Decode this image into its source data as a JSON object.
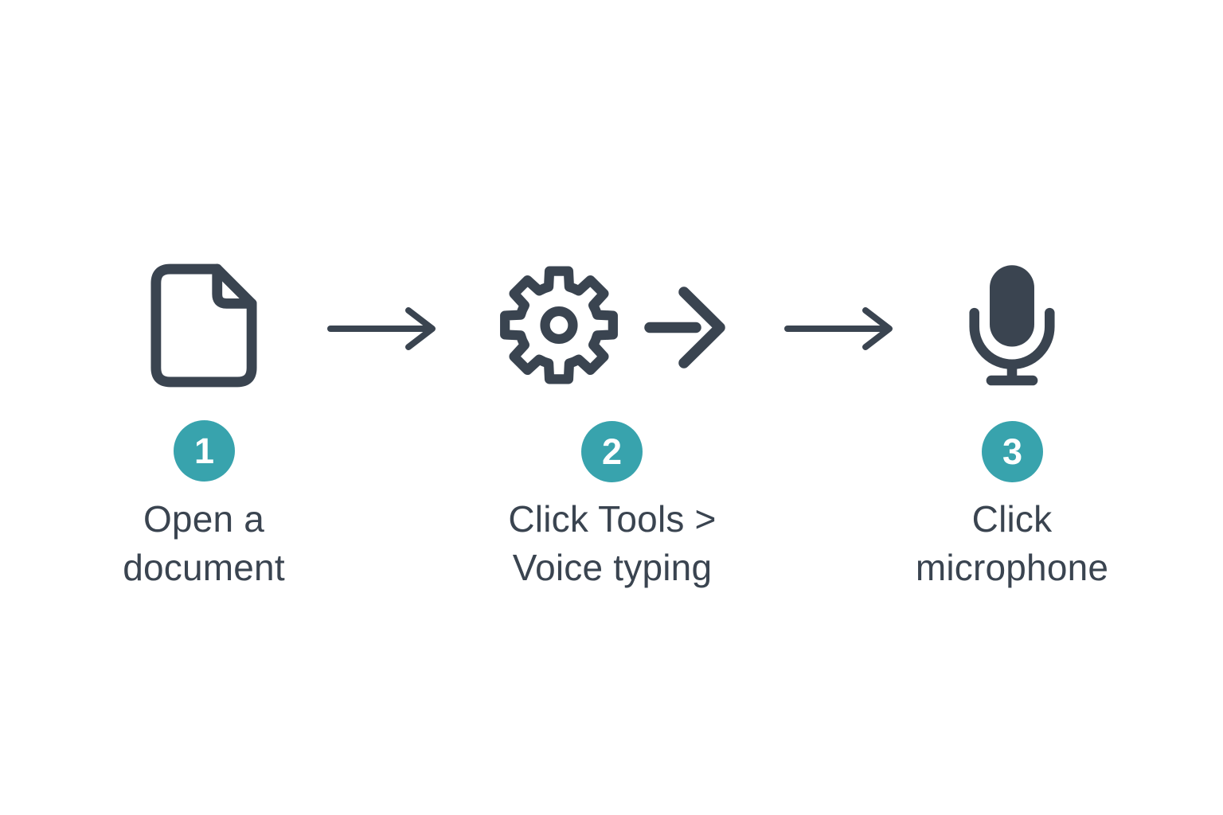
{
  "diagram": {
    "name": "voice-typing-steps",
    "steps": [
      {
        "number": "1",
        "icon": "document-icon",
        "label_lines": [
          "Open a",
          "document"
        ]
      },
      {
        "number": "2",
        "icon": "gear-icon",
        "inline_icon": "bold-arrow-right-icon",
        "label_lines": [
          "Click Tools >",
          "Voice typing"
        ]
      },
      {
        "number": "3",
        "icon": "microphone-icon",
        "label_lines": [
          "Click",
          "microphone"
        ]
      }
    ],
    "connectors": [
      {
        "icon": "arrow-right-icon"
      },
      {
        "icon": "arrow-right-icon"
      }
    ]
  },
  "colors": {
    "background": "#ffffff",
    "icon_dark": "#3a4450",
    "accent_teal": "#38a3ad",
    "badge_number_text": "#ffffff"
  }
}
